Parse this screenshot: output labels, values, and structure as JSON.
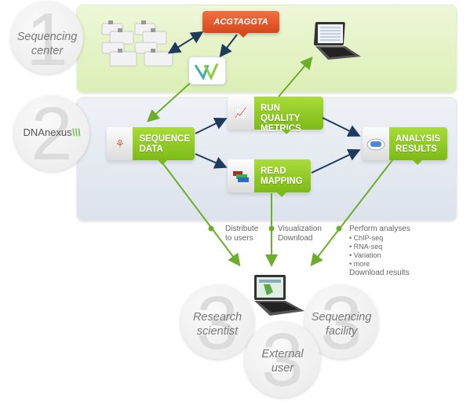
{
  "stage1": {
    "digit": "1",
    "label_line1": "Sequencing",
    "label_line2": "center"
  },
  "stage2": {
    "digit": "2",
    "logo_text": "DNAnexus"
  },
  "stage3": {
    "digit": "3",
    "circles": [
      {
        "line1": "Research",
        "line2": "scientist"
      },
      {
        "line1": "External",
        "line2": "user"
      },
      {
        "line1": "Sequencing",
        "line2": "facility"
      }
    ]
  },
  "sequence_bubble": "ACGTAGGTA",
  "stages": {
    "sequence_data": {
      "line1": "SEQUENCE",
      "line2": "DATA"
    },
    "run_quality": {
      "line1": "RUN QUALITY",
      "line2": "METRICS"
    },
    "read_mapping": {
      "line1": "READ",
      "line2": "MAPPING"
    },
    "analysis_results": {
      "line1": "ANALYSIS",
      "line2": "RESULTS"
    }
  },
  "notes": {
    "distribute": {
      "line1": "Distribute",
      "line2": "to users"
    },
    "visualization": {
      "line1": "Visualization",
      "line2": "Download"
    },
    "analyses": {
      "title": "Perform analyses",
      "items": [
        "• ChIP-seq",
        "• RNA-seq",
        "• Variation",
        "• more"
      ],
      "footer": "Download results"
    }
  },
  "colors": {
    "green": "#7cba18",
    "navy": "#1f3a5c",
    "orange": "#e2552a",
    "arrow_green": "#6cae2c"
  }
}
